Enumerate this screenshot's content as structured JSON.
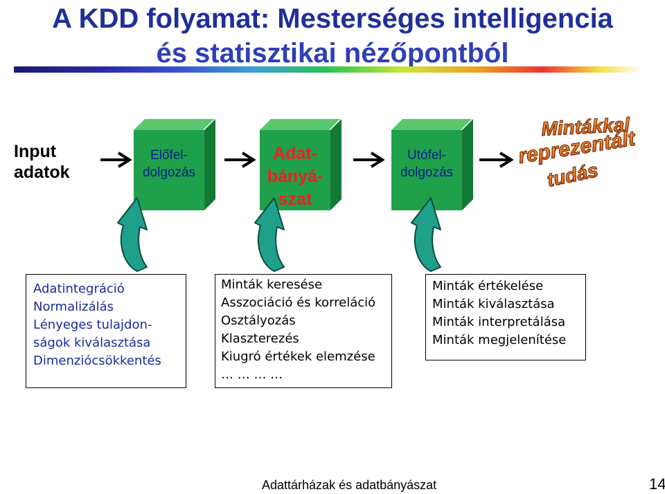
{
  "title": {
    "line1": "A KDD folyamat: Mesterséges intelligencia",
    "line2": "és statisztikai nézőpontból"
  },
  "colors": {
    "title_line1": "#1f2f9a",
    "title_line2": "#2f3fb8",
    "box_green": "#1fa04a",
    "stage_text_blue": "#0a1f8a",
    "stage_text_red": "#ee2222",
    "curved_arrow": "#1fa08a",
    "result_orange": "#e8771c"
  },
  "input": {
    "line1": "Input",
    "line2": "adatok"
  },
  "stages": [
    {
      "line1": "Előfel-",
      "line2": "dolgozás"
    },
    {
      "line1": "Adat-",
      "line2": "bányá-",
      "line3": "szat"
    },
    {
      "line1": "Utófel-",
      "line2": "dolgozás"
    }
  ],
  "result": {
    "line1": "Mintákkal",
    "line2": "reprezentált",
    "line3": "tudás"
  },
  "panels": [
    {
      "lines": [
        "Adatintegráció",
        "Normalizálás",
        "Lényeges tulajdon-",
        "ságok kiválasztása",
        "Dimenziócsökkentés"
      ]
    },
    {
      "lines": [
        "Minták keresése",
        "Asszociáció és korreláció",
        "Osztályozás",
        "Klaszterezés",
        "Kiugró értékek elemzése",
        "… … … …"
      ]
    },
    {
      "lines": [
        "Minták értékelése",
        "Minták kiválasztása",
        "Minták interpretálása",
        "Minták megjelenítése"
      ]
    }
  ],
  "footer": {
    "text": "Adattárházak és adatbányászat",
    "page": "14"
  }
}
